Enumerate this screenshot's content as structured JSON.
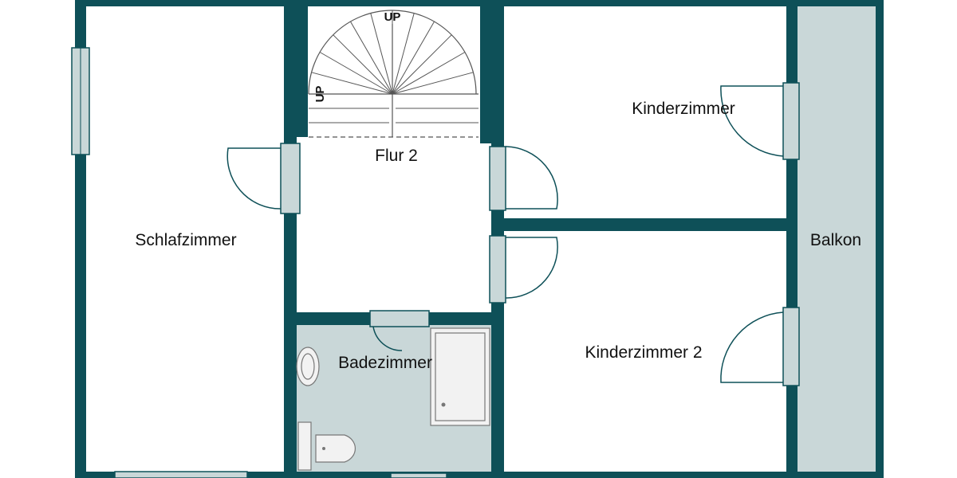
{
  "colors": {
    "wall": "#0e5058",
    "balcony_fill": "#c9d7d8",
    "bath_fill": "#c9d7d8",
    "door_frame_fill": "#c9d7d8",
    "door_frame_stroke": "#0e5058",
    "door_line": "#0e5058",
    "stair_line": "#555555",
    "fixture_fill": "#f2f2f2",
    "fixture_stroke": "#777777",
    "background": "#ffffff"
  },
  "rooms": {
    "schlafzimmer": "Schlafzimmer",
    "flur": "Flur 2",
    "kinderzimmer": "Kinderzimmer",
    "kinderzimmer2": "Kinderzimmer 2",
    "badezimmer": "Badezimmer",
    "balkon": "Balkon"
  },
  "stairs": {
    "up_top": "UP",
    "up_left": "UP"
  }
}
